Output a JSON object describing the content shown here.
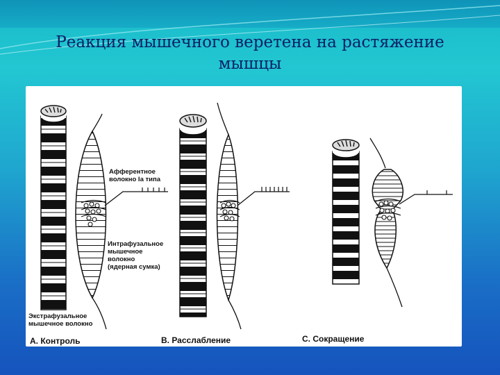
{
  "slide": {
    "title_line1": "Реакция мышечного веретена на растяжение",
    "title_line2": "мышцы"
  },
  "figure": {
    "afferent_label_line1": "Афферентное",
    "afferent_label_line2": "волокно Ia типа",
    "intrafusal_label_line1": "Интрафузальное",
    "intrafusal_label_line2": "мышечное",
    "intrafusal_label_line3": "волокно",
    "intrafusal_label_line4": "(ядерная сумка)",
    "extrafusal_label_line1": "Экстрафузальное",
    "extrafusal_label_line2": "мышечное волокно",
    "caption_a": "А. Контроль",
    "caption_b": "В. Расслабление",
    "caption_c": "С. Сокращение"
  },
  "colors": {
    "title": "#0a1f66",
    "background_top": "#19b9c9",
    "background_bottom": "#1553bd",
    "panel": "#ffffff"
  }
}
